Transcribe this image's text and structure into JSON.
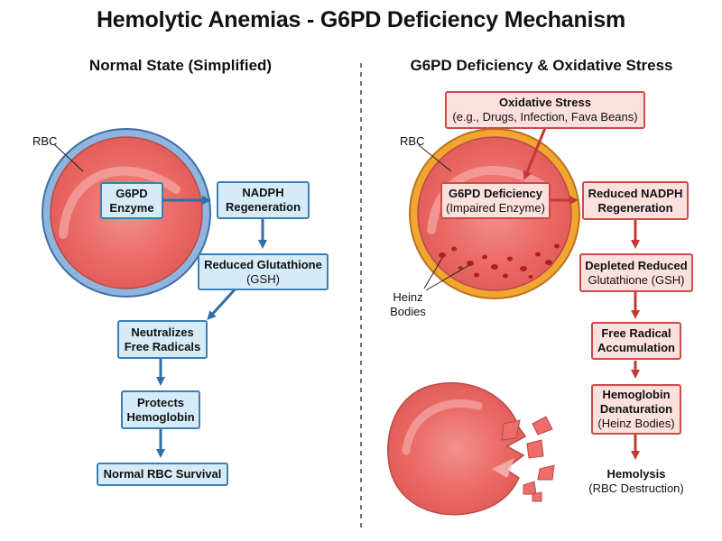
{
  "title": "Hemolytic Anemias - G6PD Deficiency Mechanism",
  "left": {
    "heading": "Normal State (Simplified)",
    "rbc_label": "RBC",
    "enzyme": {
      "line1": "G6PD",
      "line2": "Enzyme"
    },
    "nadph": {
      "line1": "NADPH",
      "line2": "Regeneration"
    },
    "glutathione": {
      "line1": "Reduced Glutathione",
      "line2": "(GSH)"
    },
    "neutralizes": {
      "line1": "Neutralizes",
      "line2": "Free Radicals"
    },
    "protects": {
      "line1": "Protects",
      "line2": "Hemoglobin"
    },
    "survival": "Normal RBC Survival"
  },
  "right": {
    "heading": "G6PD Deficiency & Oxidative Stress",
    "stress": {
      "line1": "Oxidative Stress",
      "line2": "(e.g., Drugs, Infection, Fava Beans)"
    },
    "rbc_label": "RBC",
    "deficiency": {
      "line1": "G6PD Deficiency",
      "line2": "(Impaired Enzyme)"
    },
    "reduced_nadph": {
      "line1": "Reduced NADPH",
      "line2": "Regeneration"
    },
    "heinz_label": {
      "line1": "Heinz",
      "line2": "Bodies"
    },
    "depleted": {
      "line1": "Depleted Reduced",
      "line2": "Glutathione (GSH)"
    },
    "free_radical": {
      "line1": "Free Radical",
      "line2": "Accumulation"
    },
    "denaturation": {
      "line1": "Hemoglobin",
      "line2": "Denaturation",
      "line3": "(Heinz Bodies)"
    },
    "hemolysis": {
      "line1": "Hemolysis",
      "line2": "(RBC Destruction)"
    }
  },
  "colors": {
    "blue_fill": "#d6ebf8",
    "blue_border": "#3b7fb5",
    "red_fill": "#fbe0dd",
    "red_border": "#cf4a44",
    "rbc_fill": "#ee7370",
    "rbc_ring_normal": "#8fb5df",
    "rbc_ring_deficient": "#f2a531"
  }
}
